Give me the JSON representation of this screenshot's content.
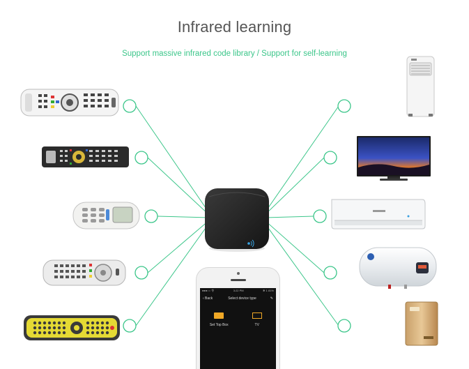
{
  "title": "Infrared learning",
  "subtitle": "Support massive infrared code library / Support for self-learning",
  "phone": {
    "status_left": "●●●○○ 令",
    "status_time": "3:22 PM",
    "status_right": "✻ 1 81%",
    "back_label": "‹ Back",
    "screen_title": "Select device type",
    "edit_icon": "✎",
    "devices": [
      "Set Top Box",
      "TV"
    ]
  },
  "left_devices": [
    "tv-remote-white",
    "tv-remote-black",
    "ac-remote",
    "set-top-box-remote",
    "universal-remote-yellow"
  ],
  "right_devices": [
    "portable-air-conditioner",
    "television",
    "split-air-conditioner",
    "water-heater",
    "air-purifier"
  ],
  "colors": {
    "accent": "#3cc68a",
    "hub": "#2a2a2a",
    "title": "#555555"
  }
}
